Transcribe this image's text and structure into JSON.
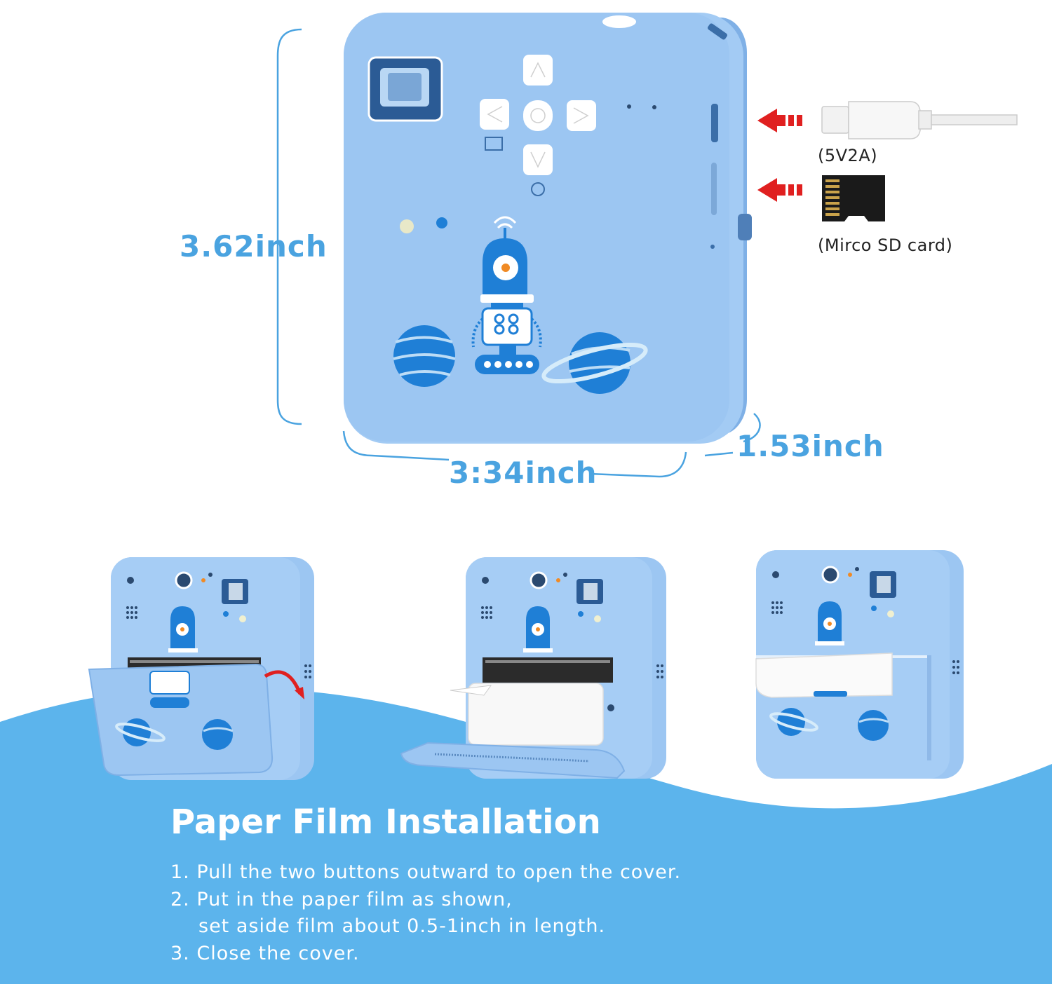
{
  "dimensions": {
    "height": "3.62inch",
    "width": "3:34inch",
    "depth": "1.53inch"
  },
  "ports": {
    "usb_label": "(5V2A)",
    "sd_label": "(Mirco SD card)"
  },
  "installation": {
    "title": "Paper Film Installation",
    "step1": "1. Pull the two buttons outward to open the cover.",
    "step2a": "2. Put in the paper film as shown,",
    "step2b": "set aside film about 0.5-1inch in length.",
    "step3": "3. Close the cover."
  },
  "colors": {
    "device_body": "#9cc6f2",
    "device_accent": "#1f7fd6",
    "wave_blue": "#5cb4ec",
    "dimension_blue": "#4aa3e0",
    "arrow_red": "#e02020"
  }
}
